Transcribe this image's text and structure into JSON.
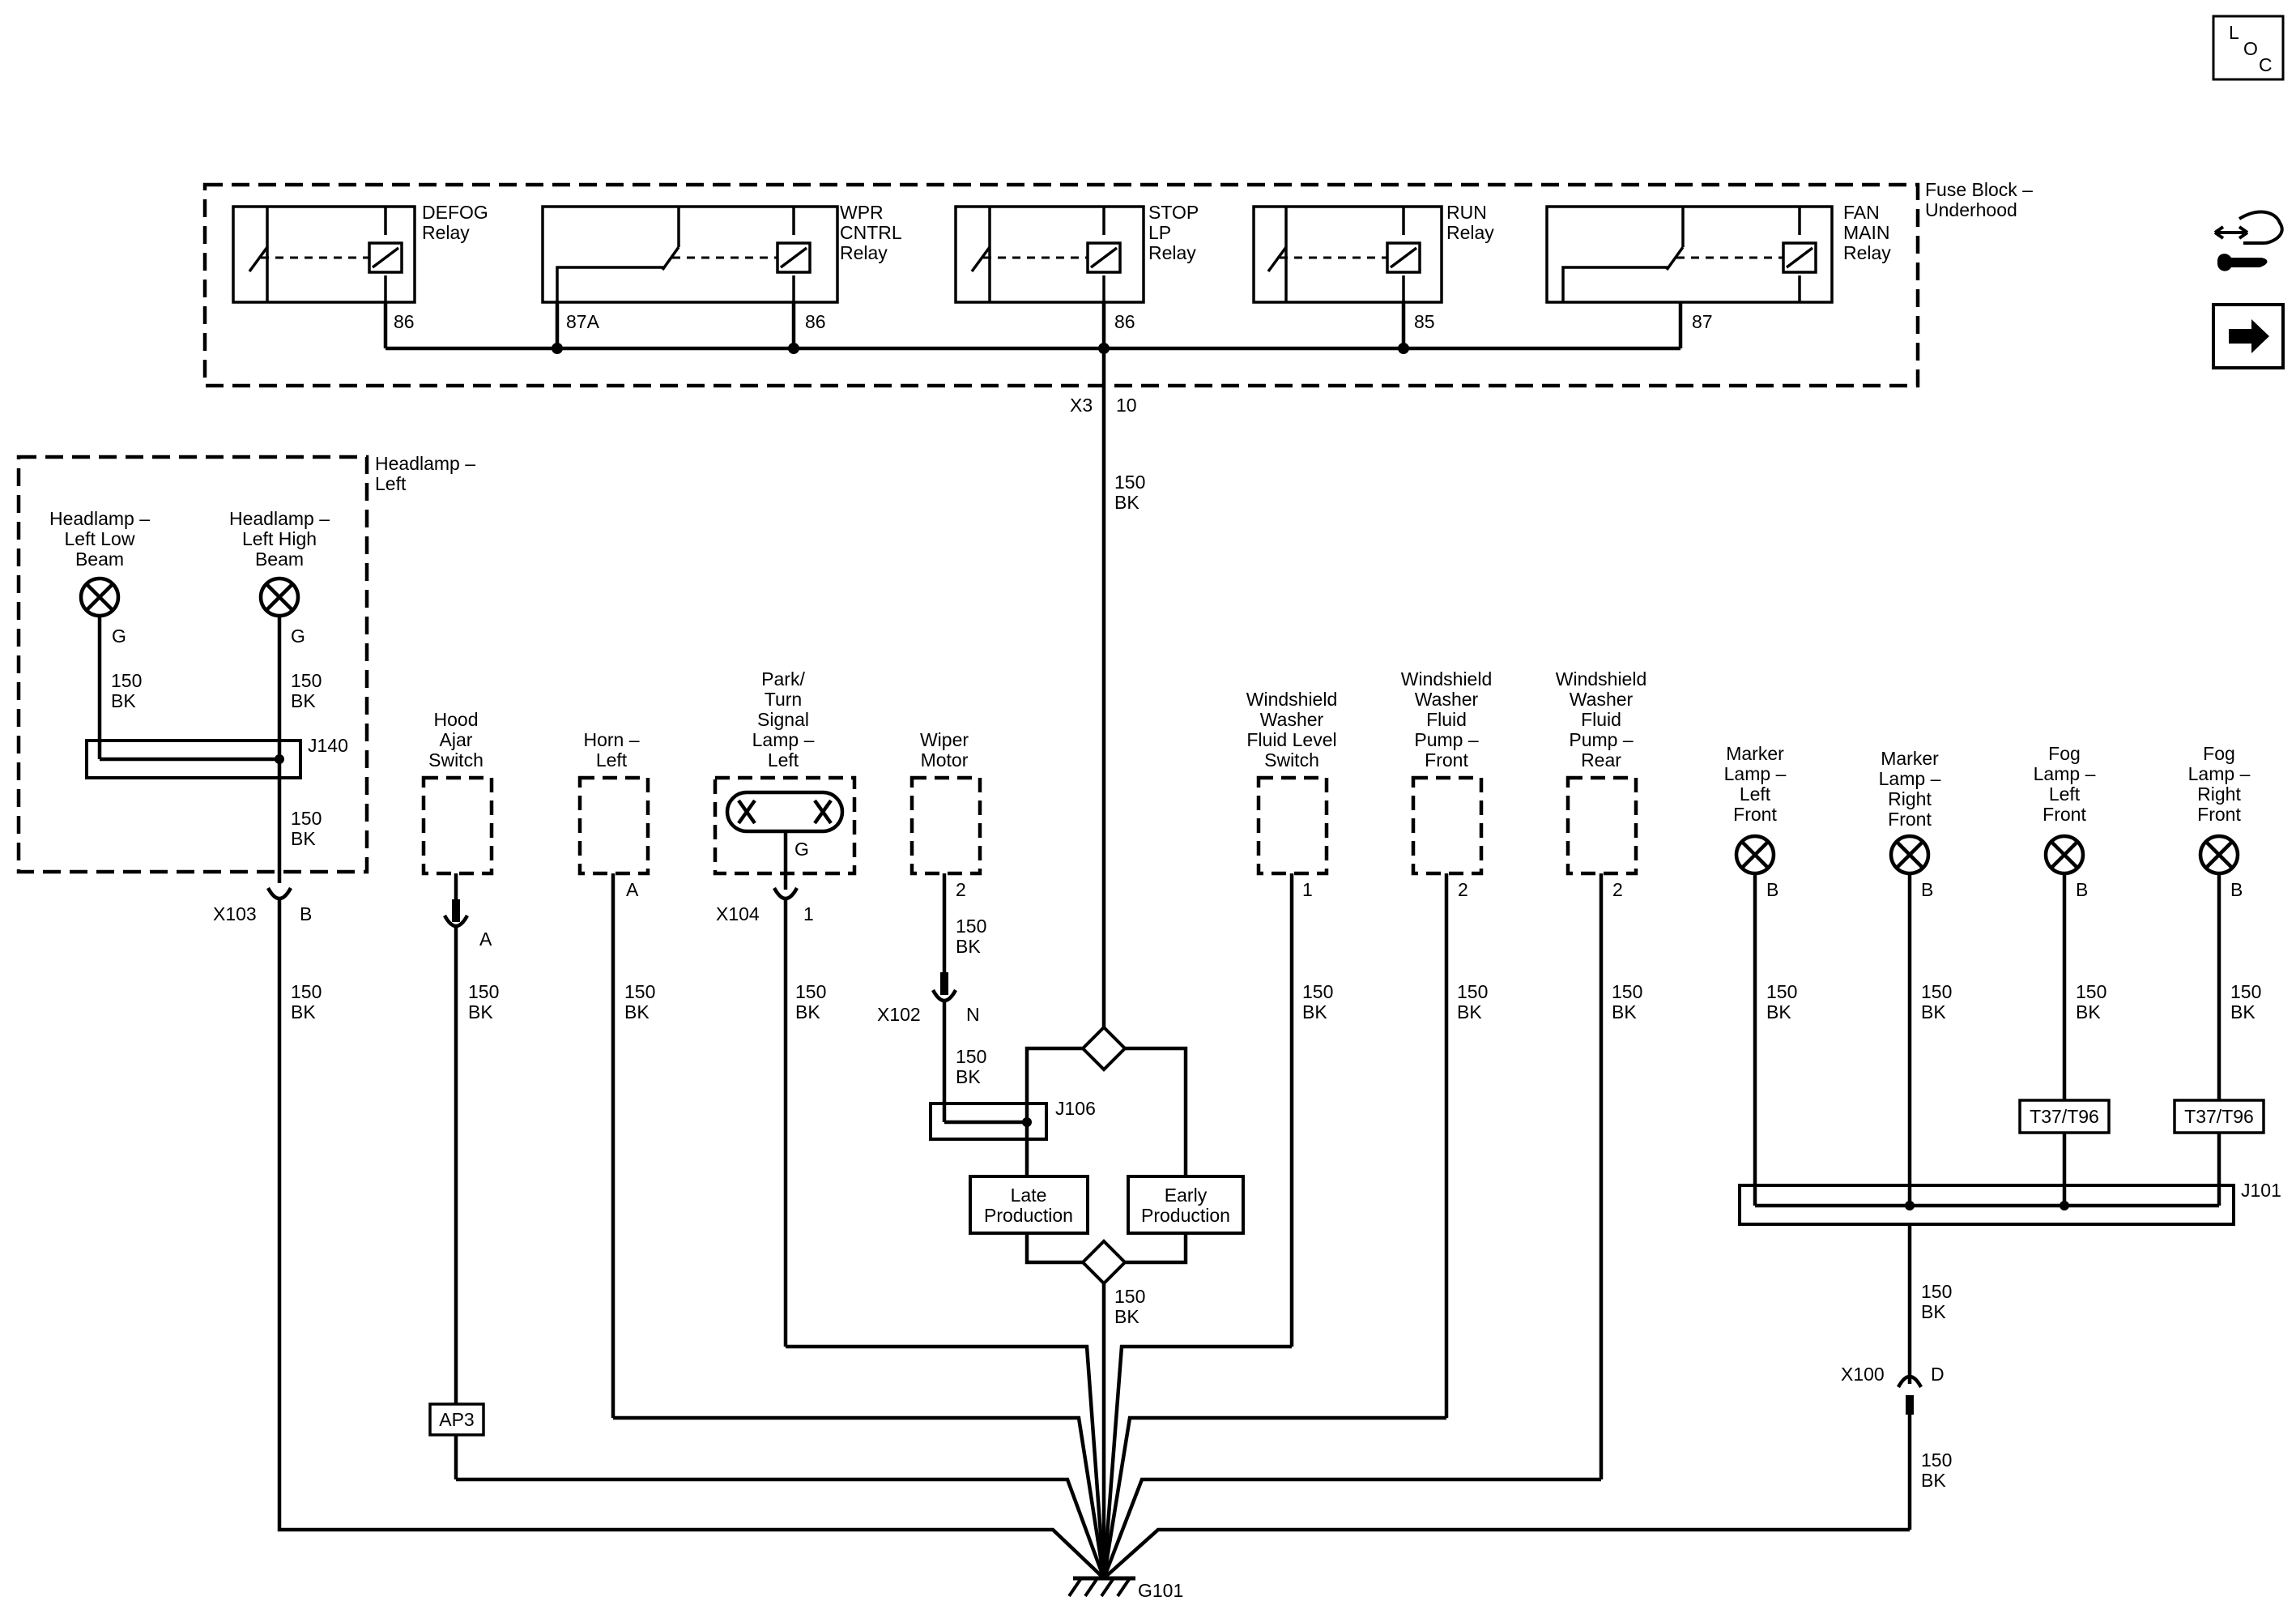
{
  "loc_button": {
    "l": "L",
    "o": "O",
    "c": "C"
  },
  "icons": {
    "connector_view": "connector-hand-wrench-icon",
    "next": "arrow-right-icon"
  },
  "fuse_block": {
    "label_1": "Fuse Block –",
    "label_2": "Underhood"
  },
  "relays": [
    {
      "name_lines": [
        "DEFOG",
        "Relay"
      ],
      "pin": "86"
    },
    {
      "name_lines": [
        "WPR",
        "CNTRL",
        "Relay"
      ],
      "pin_a": "87A",
      "pin_b": "86"
    },
    {
      "name_lines": [
        "STOP",
        "LP",
        "Relay"
      ],
      "pin": "86"
    },
    {
      "name_lines": [
        "RUN",
        "Relay"
      ],
      "pin": "85"
    },
    {
      "name_lines": [
        "FAN",
        "MAIN",
        "Relay"
      ],
      "pin": "87"
    }
  ],
  "x3": {
    "connector": "X3",
    "pin": "10"
  },
  "wire": {
    "gauge": "150",
    "color": "BK",
    "headlamp_color": "G"
  },
  "headlamp_left": {
    "module_label_1": "Headlamp –",
    "module_label_2": "Left",
    "low_beam_lines": [
      "Headlamp –",
      "Left Low",
      "Beam"
    ],
    "high_beam_lines": [
      "Headlamp –",
      "Left High",
      "Beam"
    ],
    "splice": "J140"
  },
  "connectors": {
    "x103": "X103",
    "x103_pin": "B",
    "hood_pin": "A",
    "horn_pin": "A",
    "x104": "X104",
    "x104_pin": "1",
    "wiper_pin": "2",
    "x102": "X102",
    "x102_pin": "N",
    "fluid_level_pin": "1",
    "pump_front_pin": "2",
    "pump_rear_pin": "2",
    "marker_pin": "B",
    "fog_pin": "B",
    "x100": "X100",
    "x100_pin": "D"
  },
  "components": {
    "hood_ajar": [
      "Hood",
      "Ajar",
      "Switch"
    ],
    "horn_left": [
      "Horn –",
      "Left"
    ],
    "park_turn": [
      "Park/",
      "Turn",
      "Signal",
      "Lamp –",
      "Left"
    ],
    "park_turn_pin": "G",
    "wiper_motor": [
      "Wiper",
      "Motor"
    ],
    "fluid_level": [
      "Windshield",
      "Washer",
      "Fluid Level",
      "Switch"
    ],
    "pump_front": [
      "Windshield",
      "Washer",
      "Fluid",
      "Pump –",
      "Front"
    ],
    "pump_rear": [
      "Windshield",
      "Washer",
      "Fluid",
      "Pump –",
      "Rear"
    ],
    "marker_left": [
      "Marker",
      "Lamp –",
      "Left",
      "Front"
    ],
    "marker_right": [
      "Marker",
      "Lamp –",
      "Right",
      "Front"
    ],
    "fog_left": [
      "Fog",
      "Lamp –",
      "Left",
      "Front"
    ],
    "fog_right": [
      "Fog",
      "Lamp –",
      "Right",
      "Front"
    ]
  },
  "splices": {
    "j106": "J106",
    "j101": "J101"
  },
  "options": {
    "late_1": "Late",
    "late_2": "Production",
    "early_1": "Early",
    "early_2": "Production",
    "ap3": "AP3",
    "t37_left": "T37/T96",
    "t37_right": "T37/T96"
  },
  "ground": "G101"
}
